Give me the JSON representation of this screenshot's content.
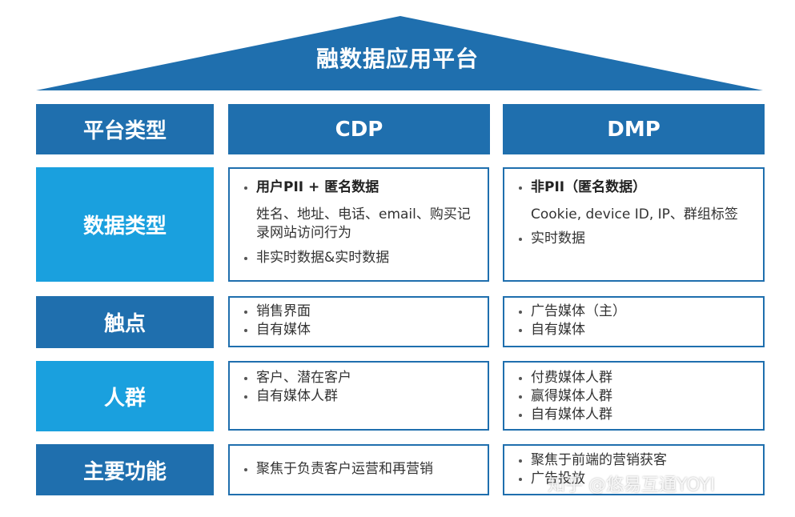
{
  "title": "融数据应用平台",
  "header": {
    "label": "平台类型",
    "cdp": "CDP",
    "dmp": "DMP"
  },
  "rows": [
    {
      "label": "数据类型",
      "cdp": {
        "title": "用户PII + 匿名数据",
        "sub": "姓名、地址、电话、email、购买记录网站访问行为",
        "items": [
          "非实时数据&实时数据"
        ]
      },
      "dmp": {
        "title": "非PII（匿名数据）",
        "sub": "Cookie, device ID, IP、群组标签",
        "items": [
          "实时数据"
        ]
      }
    },
    {
      "label": "触点",
      "cdp": {
        "items": [
          "销售界面",
          "自有媒体"
        ]
      },
      "dmp": {
        "items": [
          "广告媒体（主）",
          "自有媒体"
        ]
      }
    },
    {
      "label": "人群",
      "cdp": {
        "items": [
          "客户、潜在客户",
          "自有媒体人群"
        ]
      },
      "dmp": {
        "items": [
          "付费媒体人群",
          "赢得媒体人群",
          "自有媒体人群"
        ]
      }
    },
    {
      "label": "主要功能",
      "cdp": {
        "items": [
          "聚焦于负责客户运营和再营销"
        ]
      },
      "dmp": {
        "items": [
          "聚焦于前端的营销获客",
          "广告投放"
        ]
      }
    }
  ],
  "watermark": "知乎 @悠易互通YOYI",
  "colors": {
    "dark_blue": "#1f6fae",
    "light_blue": "#1aa0de"
  }
}
